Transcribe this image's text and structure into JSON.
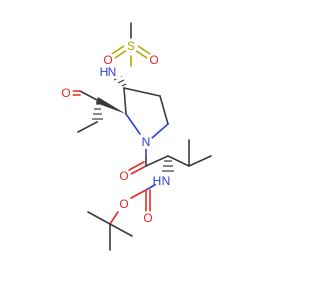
{
  "molecule": {
    "atom_labels": {
      "sulfonyl_O_left": "O",
      "sulfonyl_O_right": "O",
      "sulfur": "S",
      "sulfonamide_N": "N",
      "sulfonamide_H": "H",
      "aldehyde_O": "O",
      "ring_N": "N",
      "amide_O": "O",
      "carbamate_N": "N",
      "carbamate_H": "H",
      "carbamate_O_carbonyl": "O",
      "carbamate_O_ester": "O"
    },
    "colors": {
      "carbon_bond": "#3a3a3a",
      "oxygen": "#e8281e",
      "nitrogen": "#2b3fd6",
      "sulfur": "#b8a300"
    }
  }
}
